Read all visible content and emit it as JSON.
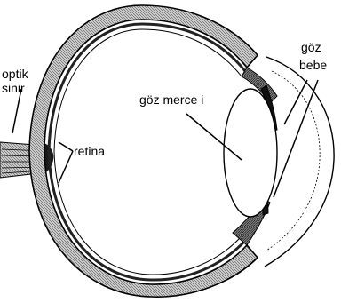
{
  "figure": {
    "labels": {
      "optic_nerve_line1": "optik",
      "optic_nerve_line2": "sinir",
      "retina": "retina",
      "lens": "göz merce i",
      "pupil_line1": "göz",
      "pupil_line2": "bebe"
    },
    "colors": {
      "ink": "#000000",
      "paper": "#ffffff",
      "wall_fill": "#bdbdbd",
      "dark_band": "#2a2a2a"
    }
  }
}
